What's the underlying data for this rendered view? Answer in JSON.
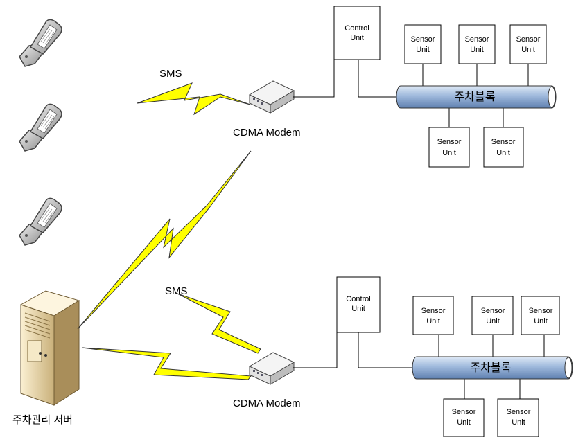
{
  "labels": {
    "sms_top": "SMS",
    "sms_bottom": "SMS",
    "modem_top": "CDMA Modem",
    "modem_bottom": "CDMA Modem",
    "server": "주차관리 서버"
  },
  "control_unit": {
    "line1": "Control",
    "line2": "Unit"
  },
  "sensor_unit": {
    "line1": "Sensor",
    "line2": "Unit"
  },
  "bus": {
    "label": "주차블록"
  },
  "colors": {
    "bolt": "#ffff00",
    "bus_fill": "#9fb9dc"
  },
  "icons": [
    "cell-phone-icon",
    "cdma-modem-icon",
    "server-icon",
    "lightning-bolt-icon"
  ]
}
